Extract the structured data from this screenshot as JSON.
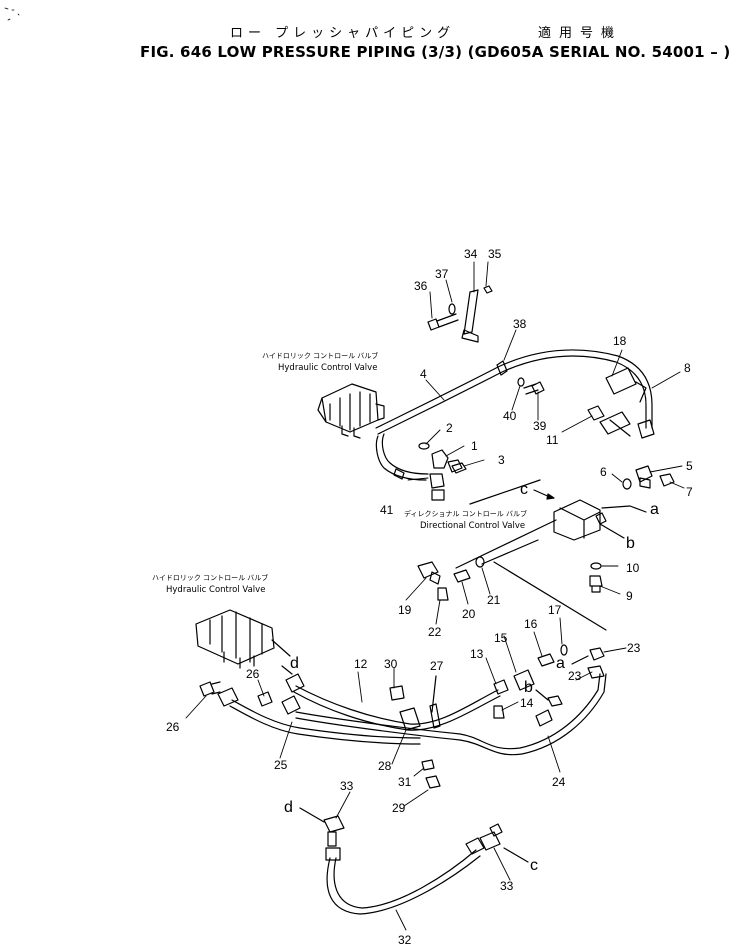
{
  "header": {
    "jp_title": "ロー プレッシャパイピング",
    "jp_applicable": "適用号機",
    "fig_title": "FIG. 646  LOW PRESSURE PIPING (3/3) (GD605A SERIAL NO. 54001 – )"
  },
  "labels": {
    "hcv_upper_jp": "ハイドロリック コントロール バルブ",
    "hcv_upper_en": "Hydraulic Control Valve",
    "hcv_lower_jp": "ハイドロリック コントロール バルブ",
    "hcv_lower_en": "Hydraulic Control Valve",
    "dcv_jp": "ディレクショナル コントロール バルブ",
    "dcv_en": "Directional Control Valve"
  },
  "callouts": {
    "c1": "1",
    "c2": "2",
    "c3": "3",
    "c4": "4",
    "c5": "5",
    "c6": "6",
    "c7": "7",
    "c8": "8",
    "c9": "9",
    "c10": "10",
    "c11": "11",
    "c12": "12",
    "c13": "13",
    "c14": "14",
    "c15": "15",
    "c16": "16",
    "c17": "17",
    "c18": "18",
    "c19": "19",
    "c20": "20",
    "c21": "21",
    "c22": "22",
    "c23a": "23",
    "c23b": "23",
    "c24": "24",
    "c25": "25",
    "c26a": "26",
    "c26b": "26",
    "c27": "27",
    "c28": "28",
    "c29": "29",
    "c30": "30",
    "c31": "31",
    "c32": "32",
    "c33a": "33",
    "c33b": "33",
    "c34": "34",
    "c35": "35",
    "c36": "36",
    "c37": "37",
    "c38": "38",
    "c39": "39",
    "c40": "40",
    "c41": "41"
  },
  "connections": {
    "a1": "a",
    "a2": "a",
    "b1": "b",
    "b2": "b",
    "c1": "c",
    "c2": "c",
    "d1": "d",
    "d2": "d"
  }
}
